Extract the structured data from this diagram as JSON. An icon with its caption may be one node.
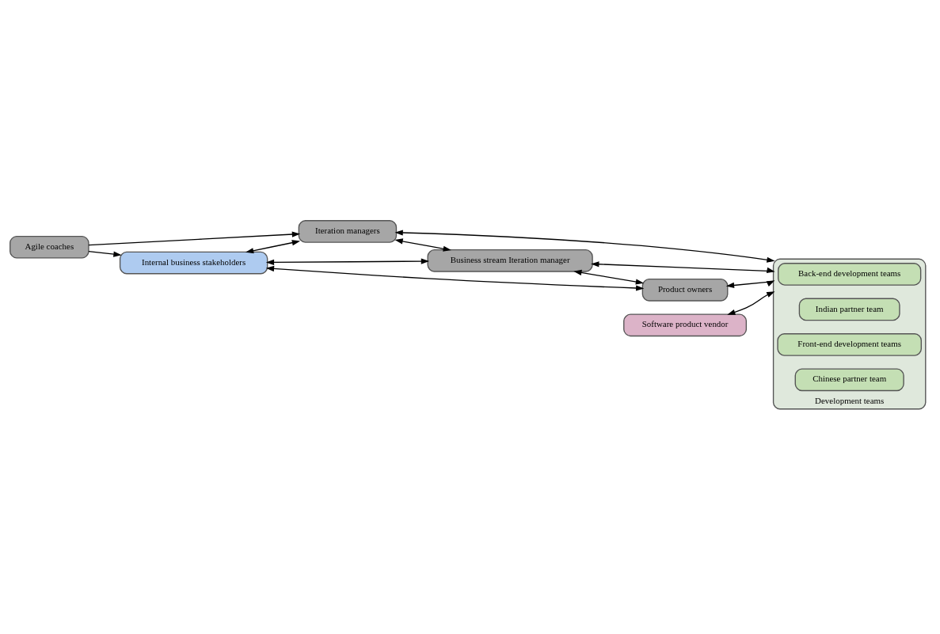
{
  "diagram": {
    "nodes": [
      {
        "text": [
          "Agile coaches"
        ]
      },
      {
        "text": [
          "Software product vendor"
        ]
      },
      {
        "text": [
          "Iteration managers"
        ]
      },
      {
        "text": [
          "Internal business stakeholders"
        ]
      },
      {
        "text": [
          "Business stream Iteration manager"
        ]
      },
      {
        "text": [
          "Product owners"
        ]
      },
      {
        "text": [
          "Development teams"
        ]
      },
      {
        "text": [
          "Back-end development teams"
        ],
        "in": 6
      },
      {
        "text": [
          "Indian partner team"
        ],
        "in": 6
      },
      {
        "text": [
          "Front-end development teams"
        ],
        "in": 6
      },
      {
        "text": [
          "Chinese partner team"
        ],
        "in": 6
      }
    ],
    "edges": [
      {
        "from": 0,
        "to": 2,
        "arrow": "to"
      },
      {
        "from": 0,
        "to": 3,
        "arrow": "to"
      },
      {
        "from": 3,
        "to": 2,
        "arrow": "both"
      },
      {
        "from": 3,
        "to": 4,
        "arrow": "both"
      },
      {
        "from": 3,
        "to": 5,
        "arrow": "both"
      },
      {
        "from": 2,
        "to": 4,
        "arrow": "both"
      },
      {
        "from": 4,
        "to": 5,
        "arrow": "both"
      },
      {
        "from": 2,
        "to": 6,
        "arrow": "both"
      },
      {
        "from": 4,
        "to": 6,
        "arrow": "both"
      },
      {
        "from": 5,
        "to": 6,
        "arrow": "both"
      },
      {
        "from": 1,
        "to": 6,
        "arrow": "both"
      }
    ]
  }
}
